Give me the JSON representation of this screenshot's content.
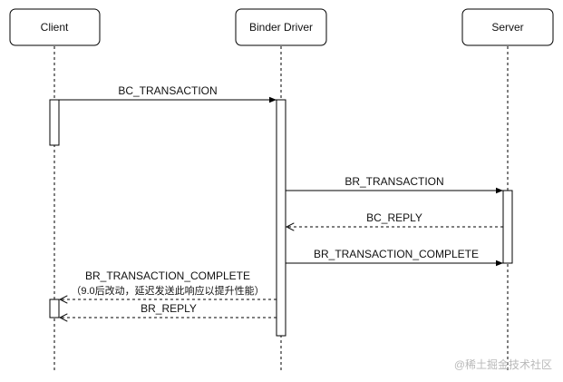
{
  "actors": [
    {
      "label": "Client"
    },
    {
      "label": "Binder Driver"
    },
    {
      "label": "Server"
    }
  ],
  "messages": [
    {
      "label": "BC_TRANSACTION",
      "style": "solid",
      "direction": "right"
    },
    {
      "label": "BR_TRANSACTION",
      "style": "solid",
      "direction": "right"
    },
    {
      "label": "BC_REPLY",
      "style": "dashed",
      "direction": "left"
    },
    {
      "label": "BR_TRANSACTION_COMPLETE",
      "style": "solid",
      "direction": "right"
    },
    {
      "label": "BR_TRANSACTION_COMPLETE",
      "sublabel": "（9.0后改动，延迟发送此响应以提升性能）",
      "style": "dashed",
      "direction": "left"
    },
    {
      "label": "BR_REPLY",
      "style": "dashed",
      "direction": "left"
    }
  ],
  "watermark": "@稀土掘金技术社区",
  "colors": {
    "line": "#000000",
    "box_border": "#000000",
    "watermark": "#b9b9b9"
  }
}
